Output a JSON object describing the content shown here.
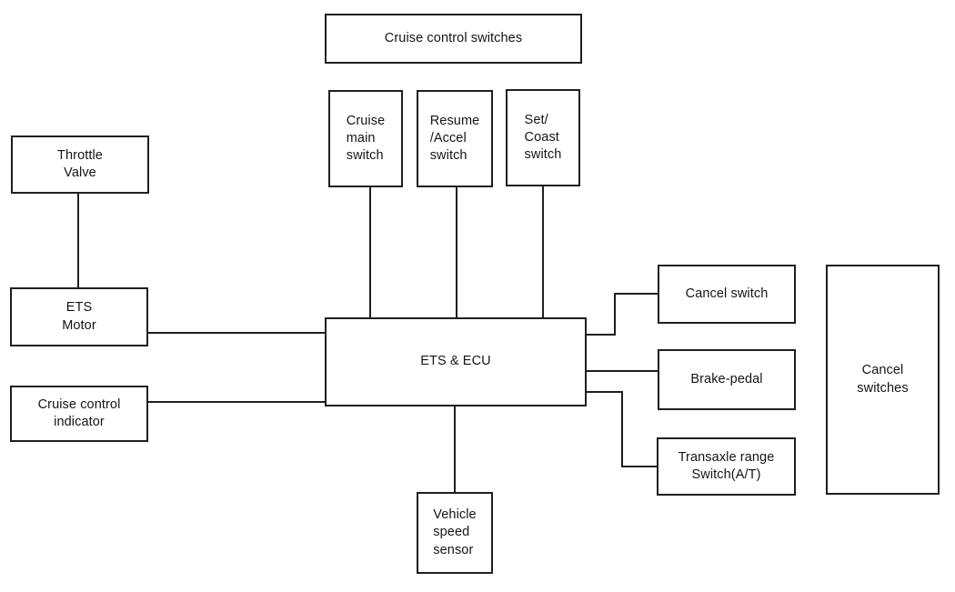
{
  "diagram": {
    "type": "block-diagram",
    "subject": "Cruise control system",
    "colors": {
      "background": "#ffffff",
      "line": "#1f1f1f",
      "text": "#151515"
    },
    "boxes": {
      "cruise_control_switches": {
        "label": "Cruise control switches"
      },
      "cruise_main_switch": {
        "label": "Cruise\nmain\nswitch"
      },
      "resume_accel_switch": {
        "label": "Resume\n/Accel\nswitch"
      },
      "set_coast_switch": {
        "label": "Set/\nCoast\nswitch"
      },
      "throttle_valve": {
        "label": "Throttle\nValve"
      },
      "ets_motor": {
        "label": "ETS\nMotor"
      },
      "cruise_control_indicator": {
        "label": "Cruise control\nindicator"
      },
      "ets_ecu": {
        "label": "ETS & ECU"
      },
      "cancel_switch": {
        "label": "Cancel switch"
      },
      "brake_pedal": {
        "label": "Brake-pedal"
      },
      "transaxle_range_switch": {
        "label": "Transaxle range\nSwitch(A/T)"
      },
      "cancel_switches": {
        "label": "Cancel\nswitches"
      },
      "vehicle_speed_sensor": {
        "label": "Vehicle\nspeed\nsensor"
      }
    },
    "connections": [
      {
        "from": "Throttle Valve",
        "to": "ETS Motor"
      },
      {
        "from": "ETS Motor",
        "to": "ETS & ECU"
      },
      {
        "from": "Cruise control indicator",
        "to": "ETS & ECU"
      },
      {
        "from": "Cruise main switch",
        "to": "ETS & ECU"
      },
      {
        "from": "Resume/Accel switch",
        "to": "ETS & ECU"
      },
      {
        "from": "Set/Coast switch",
        "to": "ETS & ECU"
      },
      {
        "from": "ETS & ECU",
        "to": "Vehicle speed sensor"
      },
      {
        "from": "ETS & ECU",
        "to": "Cancel switch"
      },
      {
        "from": "ETS & ECU",
        "to": "Brake-pedal"
      },
      {
        "from": "ETS & ECU",
        "to": "Transaxle range Switch(A/T)"
      }
    ]
  }
}
